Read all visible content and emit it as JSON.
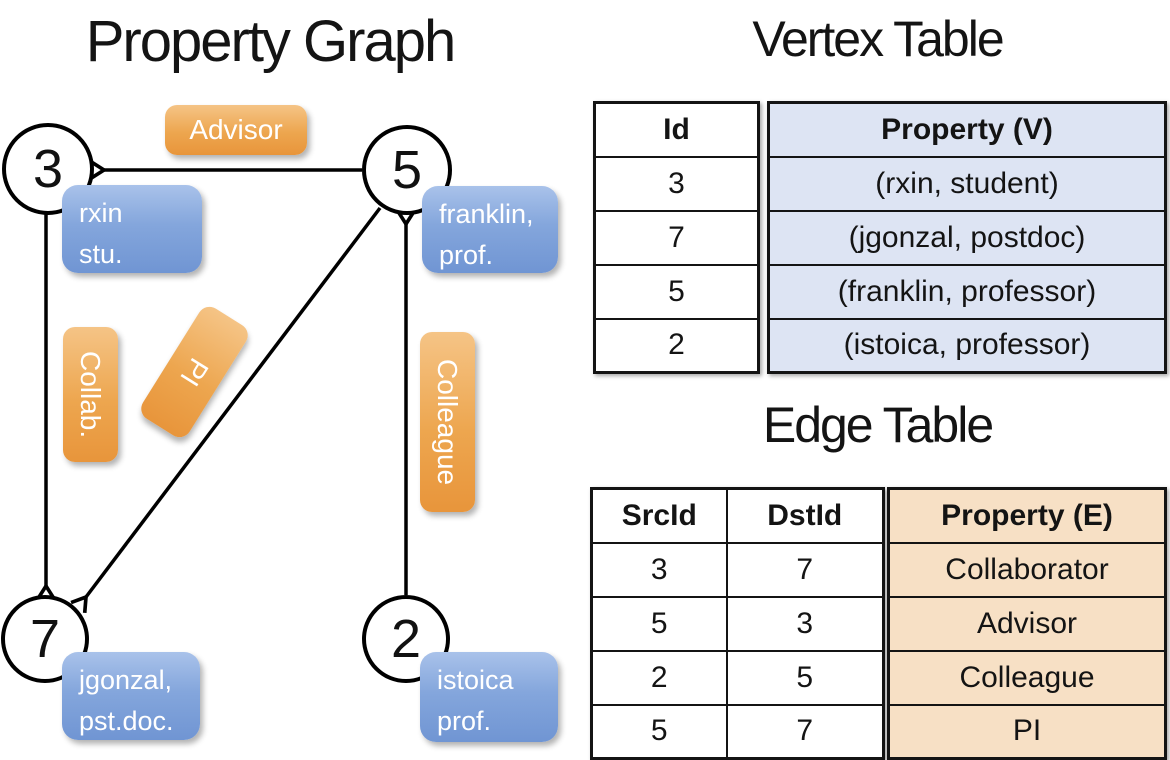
{
  "property_graph": {
    "title": "Property Graph",
    "nodes": [
      {
        "id": "3",
        "label_line1": "rxin",
        "label_line2": "stu."
      },
      {
        "id": "5",
        "label_line1": "franklin,",
        "label_line2": "prof."
      },
      {
        "id": "7",
        "label_line1": "jgonzal,",
        "label_line2": "pst.doc."
      },
      {
        "id": "2",
        "label_line1": "istoica",
        "label_line2": "prof."
      }
    ],
    "edges": [
      {
        "label": "Advisor",
        "src": "5",
        "dst": "3"
      },
      {
        "label": "Collab.",
        "src": "3",
        "dst": "7"
      },
      {
        "label": "PI",
        "src": "5",
        "dst": "7"
      },
      {
        "label": "Colleague",
        "src": "2",
        "dst": "5"
      }
    ]
  },
  "vertex_table": {
    "title": "Vertex Table",
    "columns": {
      "id": "Id",
      "property": "Property (V)"
    },
    "rows": [
      {
        "id": "3",
        "property": "(rxin, student)"
      },
      {
        "id": "7",
        "property": "(jgonzal, postdoc)"
      },
      {
        "id": "5",
        "property": "(franklin, professor)"
      },
      {
        "id": "2",
        "property": "(istoica, professor)"
      }
    ]
  },
  "edge_table": {
    "title": "Edge Table",
    "columns": {
      "src": "SrcId",
      "dst": "DstId",
      "property": "Property (E)"
    },
    "rows": [
      {
        "src": "3",
        "dst": "7",
        "property": "Collaborator"
      },
      {
        "src": "5",
        "dst": "3",
        "property": "Advisor"
      },
      {
        "src": "2",
        "dst": "5",
        "property": "Colleague"
      },
      {
        "src": "5",
        "dst": "7",
        "property": "PI"
      }
    ]
  },
  "colors": {
    "edge_label_orange_top": "#f5c486",
    "edge_label_orange_bottom": "#e8953b",
    "vertex_label_blue_top": "#a9c2ea",
    "vertex_label_blue_bottom": "#7095d3",
    "vertex_property_cell": "#dde4f3",
    "edge_property_cell": "#f7e0c5",
    "line_black": "#000000",
    "background": "#ffffff"
  }
}
